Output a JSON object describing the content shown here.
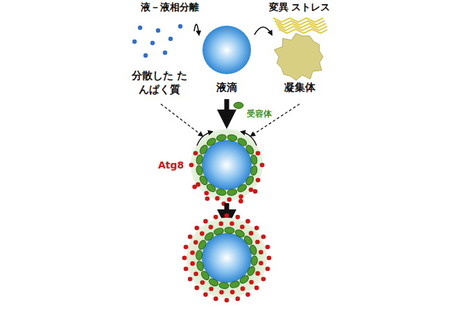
{
  "diagram": {
    "nodes": [
      {
        "text": [
          "分散した たんぱく質"
        ]
      },
      {
        "text": [
          "液滴"
        ]
      },
      {
        "text": [
          "凝集体"
        ]
      }
    ],
    "edges": [
      {
        "from": 0,
        "to": 1,
        "label": "液－液相分離",
        "arrow": "to"
      },
      {
        "from": 1,
        "to": 2,
        "label": "変異 ストレス",
        "arrow": "to"
      }
    ],
    "labels": [
      "受容体",
      "Atg8"
    ]
  }
}
